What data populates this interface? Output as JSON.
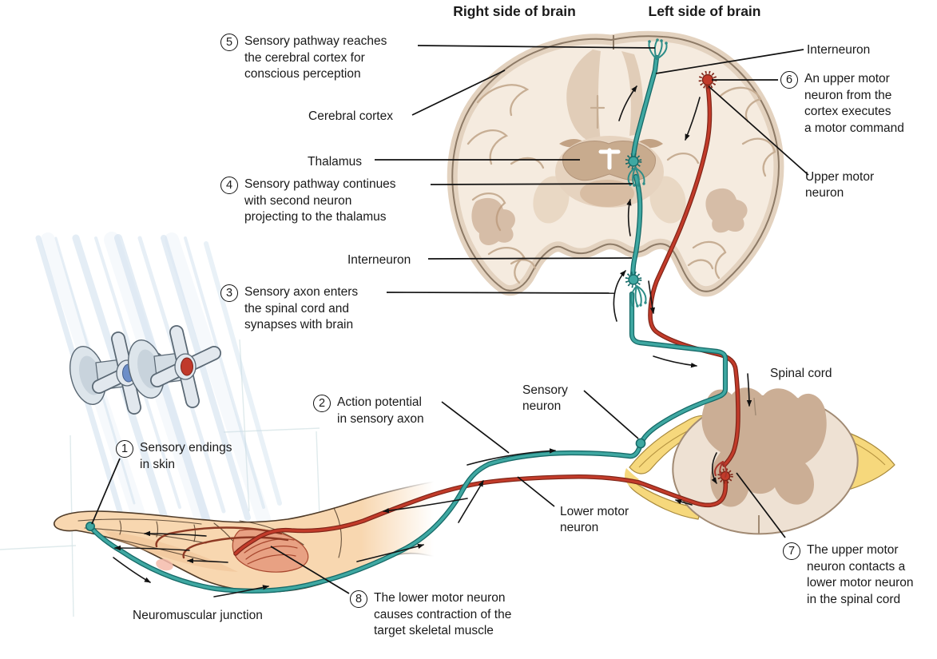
{
  "headers": {
    "right_brain": "Right side of brain",
    "left_brain": "Left side of brain"
  },
  "steps": [
    {
      "num": "1",
      "text": "Sensory endings\nin skin"
    },
    {
      "num": "2",
      "text": "Action potential\nin sensory axon"
    },
    {
      "num": "3",
      "text": "Sensory axon enters\nthe spinal cord and\nsynapses with brain"
    },
    {
      "num": "4",
      "text": "Sensory pathway continues\nwith second neuron\nprojecting to the thalamus"
    },
    {
      "num": "5",
      "text": "Sensory pathway reaches\nthe cerebral cortex for\nconscious perception"
    },
    {
      "num": "6",
      "text": "An upper motor\nneuron from the\ncortex executes\na motor command"
    },
    {
      "num": "7",
      "text": "The upper motor\nneuron contacts a\nlower motor neuron\nin the spinal cord"
    },
    {
      "num": "8",
      "text": "The  lower motor neuron\ncauses contraction of the\ntarget skeletal muscle"
    }
  ],
  "labels": {
    "cerebral_cortex": "Cerebral cortex",
    "thalamus": "Thalamus",
    "interneuron_left": "Interneuron",
    "interneuron_right": "Interneuron",
    "upper_motor_neuron": "Upper motor\nneuron",
    "spinal_cord": "Spinal cord",
    "sensory_neuron": "Sensory\nneuron",
    "lower_motor_neuron": "Lower motor\nneuron",
    "neuromuscular_junction": "Neuromuscular junction"
  },
  "colors": {
    "sensory_pathway": "#3fa8a2",
    "sensory_pathway_outline": "#166a68",
    "motor_pathway": "#c23b2a",
    "motor_pathway_outline": "#7e2417",
    "nerve_root": "#f6d87c",
    "brain_fill": "#f5ebdf",
    "gray_matter": "#cbae95",
    "label_text": "#1a1a1a"
  }
}
